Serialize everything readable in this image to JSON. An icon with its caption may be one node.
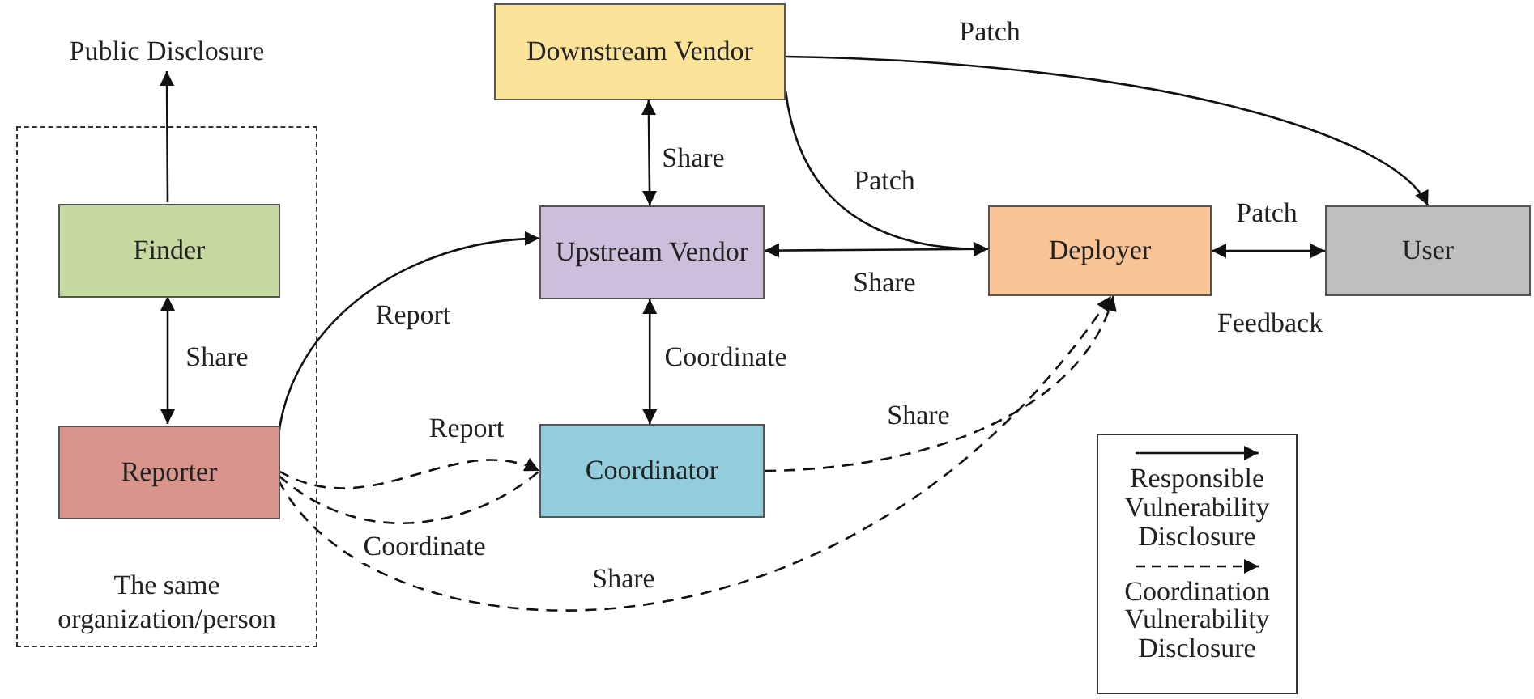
{
  "diagram": {
    "nodes": [
      {
        "text": [
          "The same organization/person"
        ]
      },
      {
        "text": [
          "Finder"
        ],
        "in": 0
      },
      {
        "text": [
          "Reporter"
        ],
        "in": 0
      },
      {
        "text": [
          "Public Disclosure"
        ]
      },
      {
        "text": [
          "Downstream Vendor"
        ]
      },
      {
        "text": [
          "Upstream Vendor"
        ]
      },
      {
        "text": [
          "Deployer"
        ]
      },
      {
        "text": [
          "User"
        ]
      },
      {
        "text": [
          "Coordinator"
        ]
      }
    ],
    "edges": [
      {
        "from": 1,
        "to": 3,
        "arrow": "to"
      },
      {
        "from": 1,
        "to": 2,
        "arrow": "both",
        "label": "Share"
      },
      {
        "from": 2,
        "to": 5,
        "arrow": "to",
        "label": "Report"
      },
      {
        "from": 2,
        "to": 8,
        "arrow": "to",
        "label": "Report",
        "style": "dashed"
      },
      {
        "from": 2,
        "to": 8,
        "arrow": "none",
        "label": "Coordinate",
        "style": "dashed"
      },
      {
        "from": 2,
        "to": 6,
        "arrow": "to",
        "label": "Share",
        "style": "dashed"
      },
      {
        "from": 8,
        "to": 6,
        "arrow": "to",
        "label": "Share",
        "style": "dashed"
      },
      {
        "from": 4,
        "to": 5,
        "arrow": "both",
        "label": "Share"
      },
      {
        "from": 5,
        "to": 6,
        "arrow": "both",
        "label": "Share"
      },
      {
        "from": 5,
        "to": 8,
        "arrow": "both",
        "label": "Coordinate"
      },
      {
        "from": 4,
        "to": 6,
        "arrow": "to",
        "label": "Patch"
      },
      {
        "from": 4,
        "to": 7,
        "arrow": "to",
        "label": "Patch"
      },
      {
        "from": 6,
        "to": 7,
        "arrow": "both",
        "label": "Patch"
      }
    ],
    "labels": [
      "Feedback"
    ],
    "legend": [
      {
        "text": "Responsible Vulnerability Disclosure"
      },
      {
        "text": "Coordination Vulnerability Disclosure"
      }
    ]
  }
}
